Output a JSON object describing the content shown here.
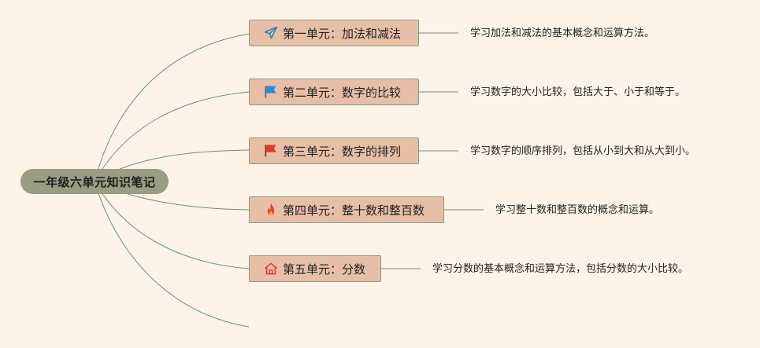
{
  "root": {
    "title": "一年级六单元知识笔记"
  },
  "units": [
    {
      "label": "第一单元：加法和减法",
      "icon": "paper-plane-icon",
      "desc": "学习加法和减法的基本概念和运算方法。"
    },
    {
      "label": "第二单元：数字的比较",
      "icon": "blue-flag-icon",
      "desc": "学习数字的大小比较，包括大于、小于和等于。"
    },
    {
      "label": "第三单元：数字的排列",
      "icon": "red-flag-icon",
      "desc": "学习数字的顺序排列，包括从小到大和从大到小。"
    },
    {
      "label": "第四单元：整十数和整百数",
      "icon": "fire-icon",
      "desc": "学习整十数和整百数的概念和运算。"
    },
    {
      "label": "第五单元：分数",
      "icon": "home-icon",
      "desc": "学习分数的基本概念和运算方法，包括分数的大小比较。"
    }
  ],
  "colors": {
    "background": "#fdf3e8",
    "node_fill": "#e7bfa7",
    "node_border": "#8d9a86",
    "root_fill": "#9a9d82",
    "line": "#6f8f7a"
  }
}
